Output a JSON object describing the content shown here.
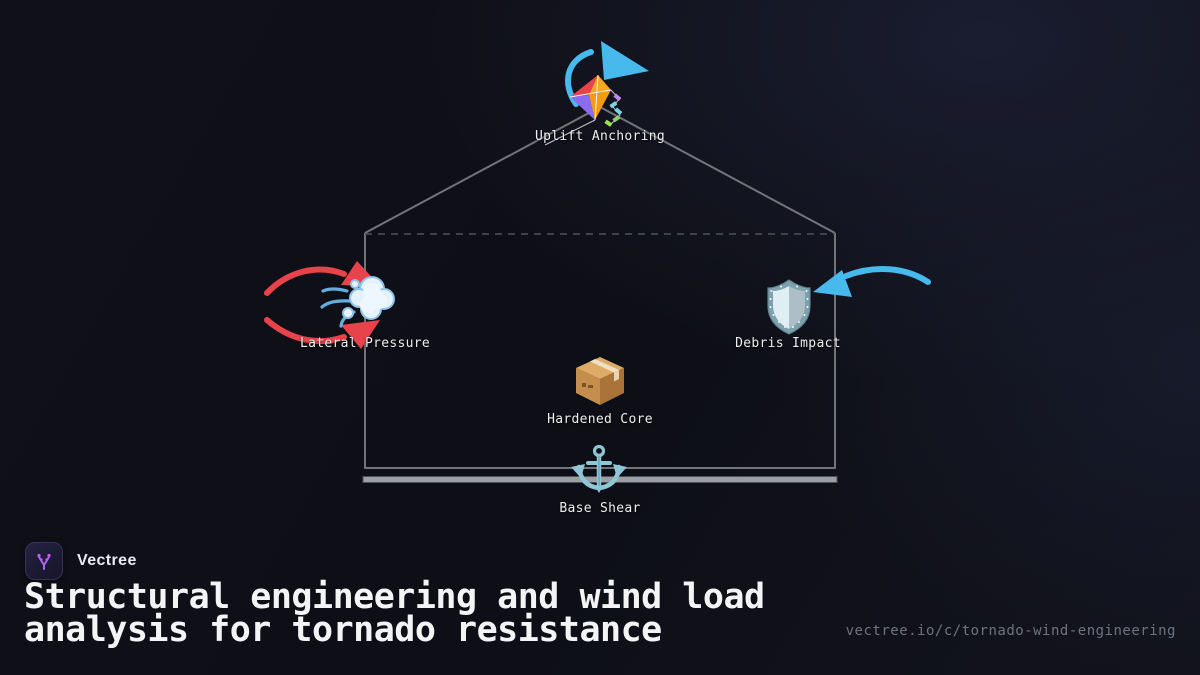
{
  "diagram": {
    "nodes": [
      {
        "id": "uplift",
        "label": "Uplift Anchoring",
        "icon": "kite-icon"
      },
      {
        "id": "lateral",
        "label": "Lateral Pressure",
        "icon": "wind-gust-icon"
      },
      {
        "id": "debris",
        "label": "Debris Impact",
        "icon": "shield-icon"
      },
      {
        "id": "core",
        "label": "Hardened Core",
        "icon": "package-icon"
      },
      {
        "id": "base",
        "label": "Base Shear",
        "icon": "anchor-icon"
      }
    ],
    "shapes": [
      "house-outline",
      "ceiling-dashed-line",
      "ground-bar"
    ],
    "arrows": [
      "uplift-arrow-blue",
      "lateral-arrow-red-top",
      "lateral-arrow-red-bottom",
      "debris-arrow-blue"
    ]
  },
  "footer": {
    "brand": "Vectree",
    "title": "Structural engineering and wind load analysis for tornado resistance",
    "url": "vectree.io/c/tornado-wind-engineering"
  },
  "colors": {
    "background": "#0e0f16",
    "background_glow": "#1a1d30",
    "outline": "#7d8086",
    "dash_line": "#4e525a",
    "ground_bar": "#9b9ea3",
    "arrow_red": "#e8424a",
    "arrow_blue": "#47b9ec",
    "label_text": "#ededed",
    "title_text": "#f3f4f6",
    "url_text": "#6e7380",
    "brand_purple": "#a668f0"
  }
}
